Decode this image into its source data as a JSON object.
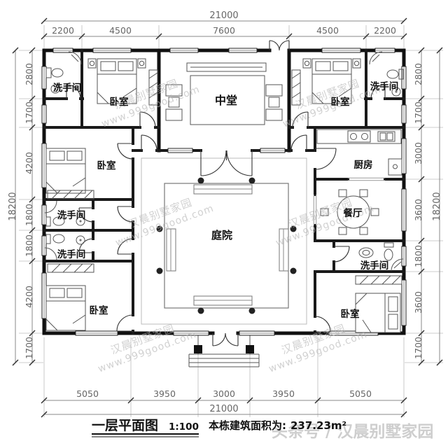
{
  "page": {
    "background": "#ffffff",
    "line_color": "#111111",
    "dim_color": "#666666",
    "watermark_color": "#b5b5b5"
  },
  "plan": {
    "rooms": {
      "hall": "中堂",
      "courtyard": "庭院",
      "kitchen": "厨房",
      "dining": "餐厅",
      "bedroom": "卧室",
      "bathroom": "洗手间"
    },
    "dims": {
      "top_total": "21000",
      "top": [
        "2200",
        "4500",
        "7600",
        "4500",
        "2200"
      ],
      "bottom_total": "21000",
      "bottom": [
        "5050",
        "3950",
        "3000",
        "3950",
        "5050"
      ],
      "left_total": "18200",
      "left": [
        "2800",
        "1700",
        "4200",
        "1800",
        "1800",
        "4200",
        "1700"
      ],
      "right_total": "18200",
      "right": [
        "2800",
        "1700",
        "3000",
        "3600",
        "1800",
        "3600",
        "1700"
      ]
    }
  },
  "watermark": {
    "brand": "汉晨别墅家园",
    "url": "www.999good.com"
  },
  "footer": {
    "title": "一层平面图",
    "scale": "1:100",
    "area_label": "本栋建筑面积为:",
    "area_value": "237.23m²",
    "byline": "头条号 / 汉晨别墅家园"
  }
}
